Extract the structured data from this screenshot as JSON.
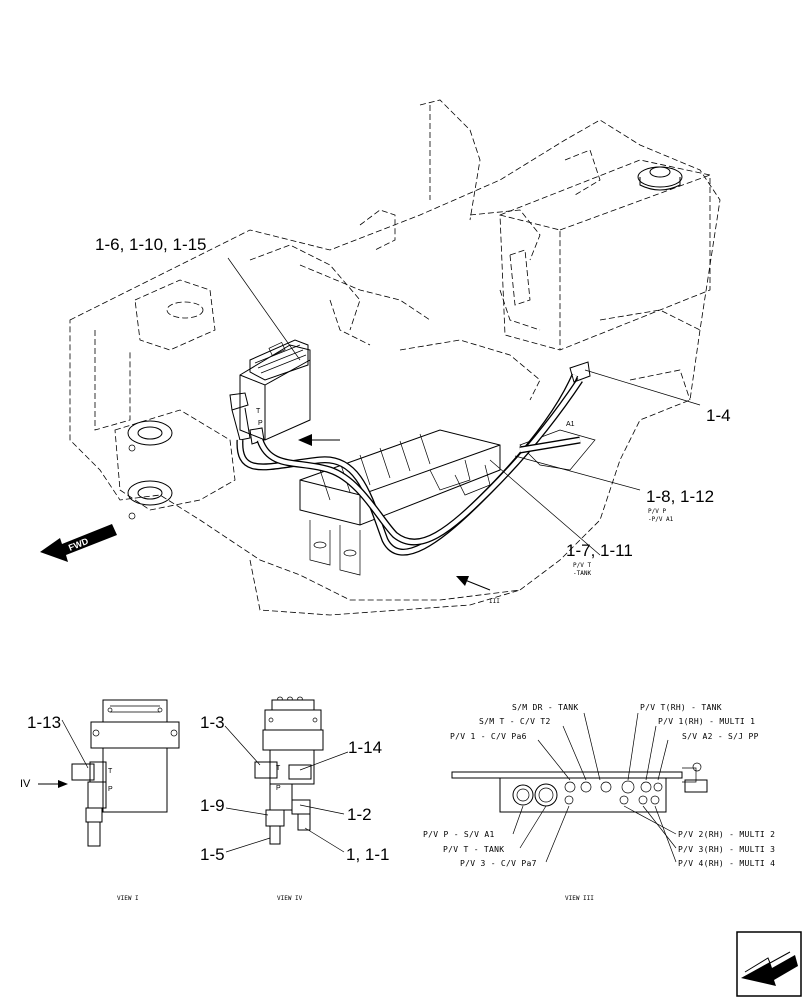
{
  "callouts": {
    "c_1_6": "1-6, 1-10, 1-15",
    "c_1_4": "1-4",
    "c_1_8": "1-8, 1-12",
    "c_1_8_sub1": "P/V P",
    "c_1_8_sub2": "-P/V A1",
    "c_1_7": "1-7, 1-11",
    "c_1_7_sub1": "P/V T",
    "c_1_7_sub2": "-TANK",
    "fwd": "FWD",
    "view_arrow_iii": "III",
    "port_t": "T",
    "port_p": "P",
    "port_a1": "A1"
  },
  "view_i": {
    "c_1_13": "1-13",
    "roman_iv": "IV",
    "port_t": "T",
    "port_p": "P",
    "caption": "VIEW I"
  },
  "view_iv": {
    "c_1_3": "1-3",
    "c_1_14": "1-14",
    "c_1_9": "1-9",
    "c_1_2": "1-2",
    "c_1_5": "1-5",
    "c_1_1": "1, 1-1",
    "port_t": "T",
    "port_p": "P",
    "caption": "VIEW IV"
  },
  "view_iii": {
    "top_labels": [
      "S/M DR - TANK",
      "S/M T - C/V T2",
      "P/V 1 - C/V Pa6",
      "P/V T(RH) - TANK",
      "P/V 1(RH) - MULTI 1",
      "S/V A2 - S/J PP"
    ],
    "bottom_labels": [
      "P/V P - S/V A1",
      "P/V T - TANK",
      "P/V 3 - C/V Pa7",
      "P/V 2(RH) - MULTI 2",
      "P/V 3(RH) - MULTI 3",
      "P/V 4(RH) - MULTI 4"
    ],
    "caption": "VIEW III"
  }
}
